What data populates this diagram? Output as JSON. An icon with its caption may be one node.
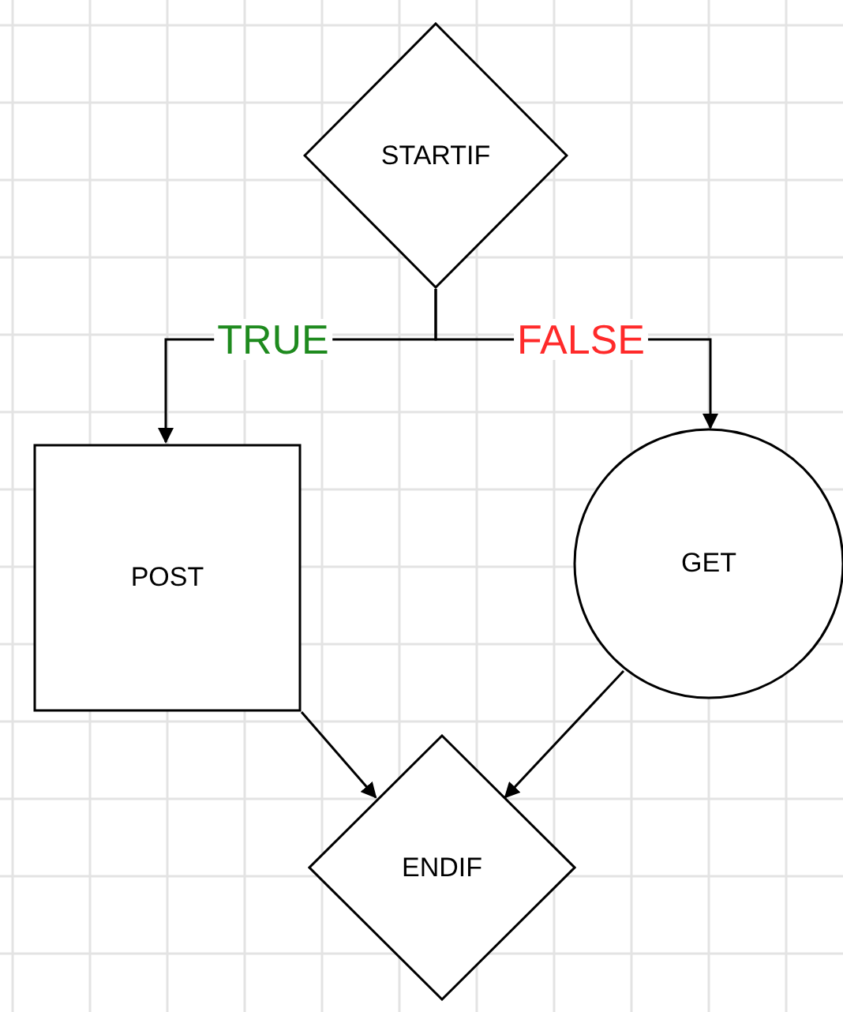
{
  "diagram": {
    "nodes": [
      {
        "text": [
          "STARTIF"
        ]
      },
      {
        "text": [
          "POST"
        ]
      },
      {
        "text": [
          "GET"
        ]
      },
      {
        "text": [
          "ENDIF"
        ]
      }
    ],
    "edges": [
      {
        "from": 0,
        "to": 1,
        "arrow": "to",
        "label": "TRUE"
      },
      {
        "from": 0,
        "to": 2,
        "arrow": "to",
        "label": "FALSE"
      },
      {
        "from": 1,
        "to": 3,
        "arrow": "to"
      },
      {
        "from": 2,
        "to": 3,
        "arrow": "to"
      }
    ]
  }
}
